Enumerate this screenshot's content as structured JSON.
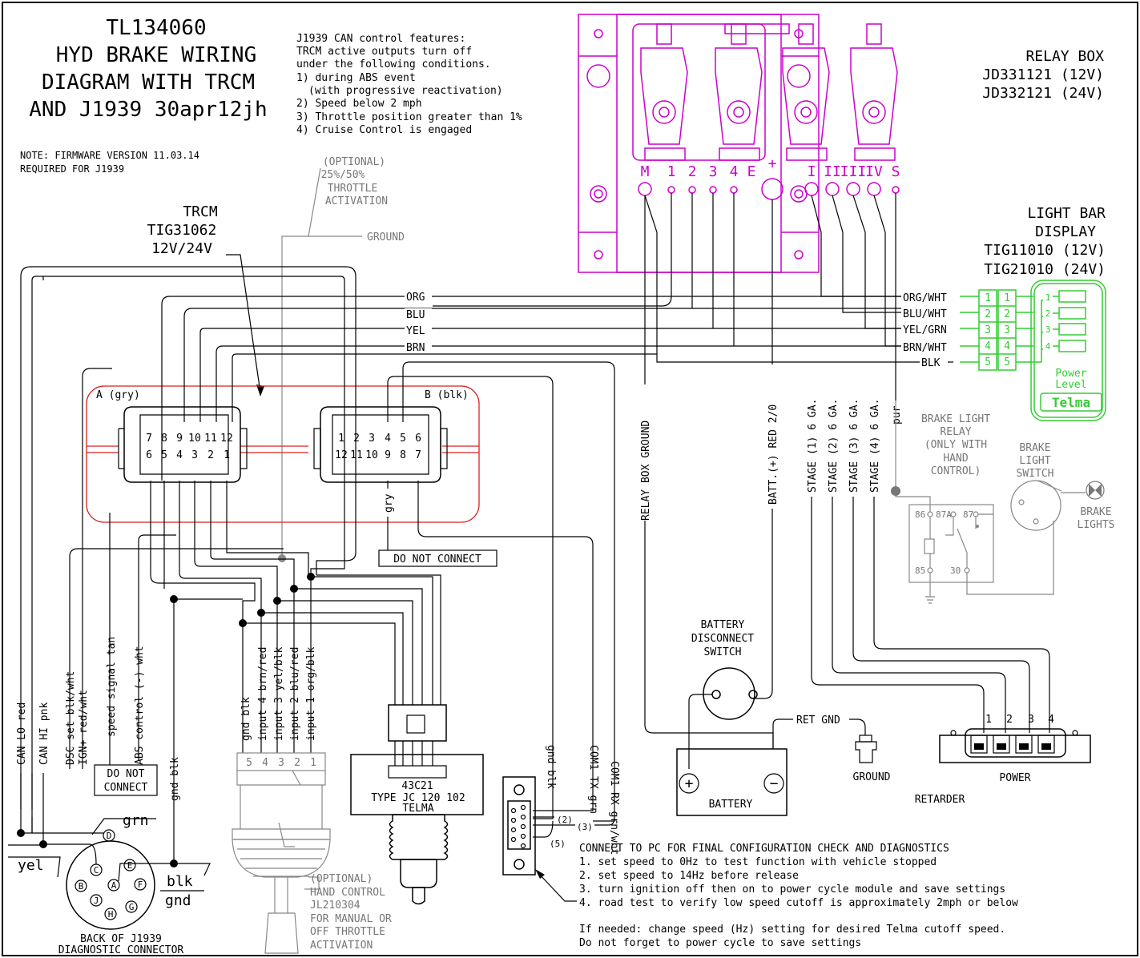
{
  "title": {
    "line1": "TL134060",
    "line2": "HYD BRAKE WIRING",
    "line3": "DIAGRAM WITH TRCM",
    "line4": "AND J1939 30apr12jh"
  },
  "note": {
    "line1": "NOTE: FIRMWARE VERSION 11.03.14",
    "line2": "REQUIRED FOR J1939"
  },
  "features": {
    "l1": "J1939 CAN control features:",
    "l2": "TRCM active outputs turn off",
    "l3": "under the following conditions.",
    "l4": "1) during ABS event",
    "l5": "(with progressive reactivation)",
    "l6": "2) Speed below 2 mph",
    "l7": "3) Throttle position greater than 1%",
    "l8": "4) Cruise Control is engaged"
  },
  "optional_throttle": {
    "l1": "(OPTIONAL)",
    "l2": "25%/50%",
    "l3": "THROTTLE",
    "l4": "ACTIVATION",
    "ground": "GROUND"
  },
  "trcm": {
    "l1": "TRCM",
    "l2": "TIG31062",
    "l3": "12V/24V",
    "conn_a": "A (gry)",
    "conn_b": "B (blk)",
    "a_top": [
      "7",
      "8",
      "9",
      "10",
      "11",
      "12"
    ],
    "a_bot": [
      "6",
      "5",
      "4",
      "3",
      "2",
      "1"
    ],
    "b_top": [
      "1",
      "2",
      "3",
      "4",
      "5",
      "6"
    ],
    "b_bot": [
      "12",
      "11",
      "10",
      "9",
      "8",
      "7"
    ],
    "gry": "gry",
    "do_not_connect": "DO NOT CONNECT"
  },
  "wires": {
    "org": "ORG",
    "blu": "BLU",
    "yel": "YEL",
    "brn": "BRN",
    "org_wht": "ORG/WHT",
    "blu_wht": "BLU/WHT",
    "yel_grn": "YEL/GRN",
    "brn_wht": "BRN/WHT",
    "blk": "BLK"
  },
  "relay_box": {
    "l1": "RELAY BOX",
    "l2": "JD331121 (12V)",
    "l3": "JD332121 (24V)",
    "terminals": [
      "M",
      "1",
      "2",
      "3",
      "4",
      "E",
      "+",
      "I",
      "II",
      "III",
      "IV",
      "S"
    ]
  },
  "light_bar": {
    "l1": "LIGHT BAR",
    "l2": "DISPLAY",
    "l3": "TIG11010 (12V)",
    "l4": "TIG21010 (24V)",
    "pins": [
      "1",
      "2",
      "3",
      "4",
      "5"
    ],
    "leds": [
      "1",
      "2",
      "3",
      "4"
    ],
    "power": "Power",
    "level": "Level",
    "brand": "Telma"
  },
  "vertical_labels": {
    "relay_gnd": "RELAY BOX GROUND",
    "batt": "BATT.(+) RED 2/0",
    "s1": "STAGE (1) 6 GA.",
    "s2": "STAGE (2) 6 GA.",
    "s3": "STAGE (3) 6 GA.",
    "s4": "STAGE (4) 6 GA.",
    "pur": "pur",
    "can_lo": "CAN LO red",
    "can_hi": "CAN HI pnk",
    "dsc": "DSC set blk/wht",
    "ign": "IGN+ red/wht",
    "speed": "speed signal tan",
    "abs": "ABS control (-) wht",
    "gnd_blk": "gnd blk",
    "gnd_blk2": "gnd blk",
    "gnd_blk3": "gnd blk",
    "in4": "input 4 brn/red",
    "in3": "input 3 yel/blk",
    "in2": "input 2 blu/red",
    "in1": "input 1 org/blk",
    "com1_tx": "COM1 TX grn",
    "com1_rx": "COM1 RX grn/wht"
  },
  "brake_relay": {
    "l1": "BRAKE LIGHT",
    "l2": "RELAY",
    "l3": "(ONLY WITH",
    "l4": "HAND",
    "l5": "CONTROL)",
    "p86": "86",
    "p87a": "87A",
    "p87": "87",
    "p85": "85",
    "p30": "30"
  },
  "brake_switch": {
    "l1": "BRAKE",
    "l2": "LIGHT",
    "l3": "SWITCH"
  },
  "brake_lights": {
    "l1": "BRAKE",
    "l2": "LIGHTS"
  },
  "battery_switch": {
    "l1": "BATTERY",
    "l2": "DISCONNECT",
    "l3": "SWITCH"
  },
  "battery": "BATTERY",
  "ret_gnd": "RET GND",
  "ground": "GROUND",
  "retarder": "RETARDER",
  "power": "POWER",
  "power_pins": [
    "1",
    "2",
    "3",
    "4"
  ],
  "do_not_connect2": {
    "l1": "DO NOT",
    "l2": "CONNECT"
  },
  "hand_pins": [
    "5",
    "4",
    "3",
    "2",
    "1"
  ],
  "hand_control": {
    "l1": "(OPTIONAL)",
    "l2": "HAND CONTROL",
    "l3": "JL210304",
    "l4": "FOR MANUAL OR",
    "l5": "OFF THROTTLE",
    "l6": "ACTIVATION"
  },
  "jc": {
    "pins": "43C21",
    "l1": "TYPE JC 120 102",
    "l2": "TELMA"
  },
  "db9": {
    "p2": "(2)",
    "p3": "(3)",
    "p5": "(5)"
  },
  "diag": {
    "grn": "grn",
    "yel": "yel",
    "blk": "blk",
    "gnd": "gnd",
    "pins": [
      "A",
      "B",
      "C",
      "D",
      "E",
      "F",
      "G",
      "H",
      "J"
    ],
    "l1": "BACK OF J1939",
    "l2": "DIAGNOSTIC CONNECTOR"
  },
  "pc": {
    "l1": "CONNECT TO PC FOR FINAL CONFIGURATION CHECK AND DIAGNOSTICS",
    "l2": "1. set speed to 0Hz to test function with vehicle stopped",
    "l3": "2. set speed to 14Hz before release",
    "l4": "3. turn ignition off then on to power cycle module and save settings",
    "l5": "4. road test to verify low speed cutoff is approximately 2mph or below",
    "l6": "If needed: change speed (Hz) setting for desired Telma cutoff speed.",
    "l7": "Do not forget to power cycle to save settings"
  }
}
